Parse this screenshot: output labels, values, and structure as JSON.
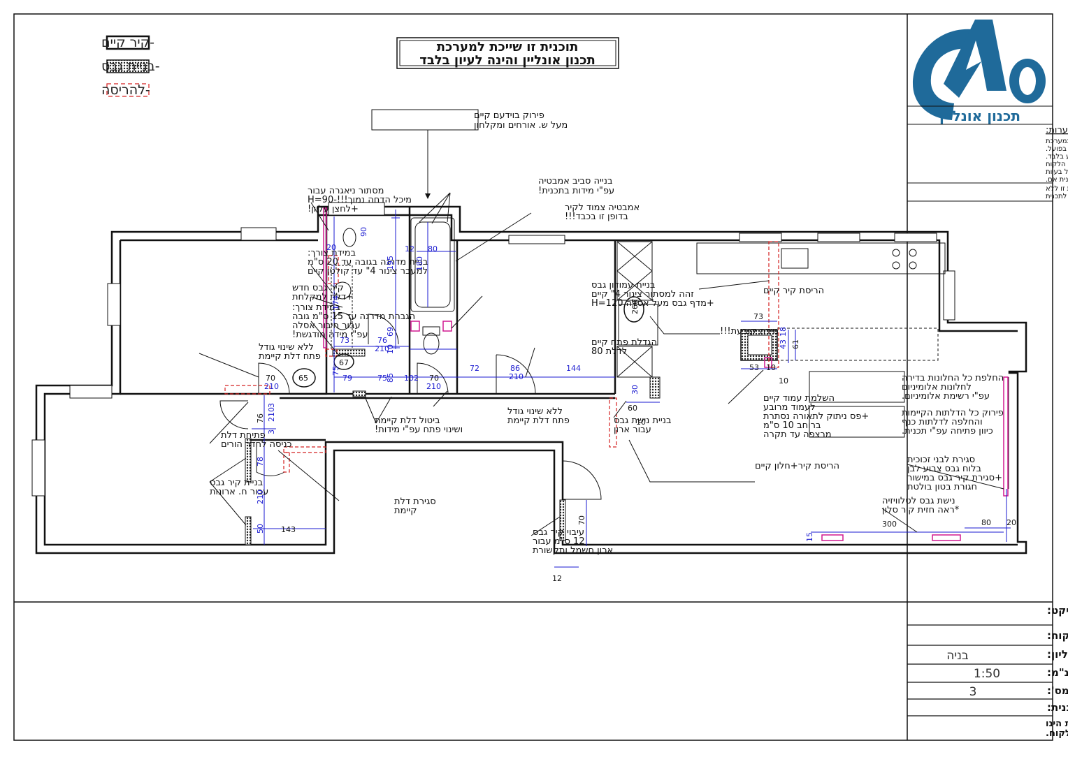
{
  "legend": {
    "existing_wall": "-קיר קיים",
    "drywall": "-בניית גבס",
    "demolish": "-להריסה"
  },
  "title_box": {
    "line1": "תוכנית זו שייכת למערכת",
    "line2": "תכנון אונליין והינה לעיון בלבד"
  },
  "brand": {
    "name": "תכנון אונליין",
    "notes_heading": "הערות:",
    "notes": [
      "תכנית זו מסתמכת עפ\"י נתונים שהתקבלו במערכת",
      "תכנון אונליין ואין אחריות על המידות בפועל.",
      "תכנית זו היא בגדר המלצת ביצוע בלבד.",
      "שימוש בתכנית זו היא באחריותו המלאה של הלקוח",
      "ואין מערכת תכנון אונליין אחראית על בעיות",
      "ואו נזקים שיגרמו עקב תכנית אם."
    ],
    "footer_note": [
      "אין לפעול עפ\"י תכנית זו ללא",
      "היתר בניה ובהתאם למותאים לתכנית"
    ]
  },
  "annotations": {
    "bidet": [
      "פירוק בוידעם קיים",
      "מעל ש. אורחים ומקלחון"
    ],
    "bath_frame": [
      "בנייה סביב אמבטיה",
      "עפ\"י מידות בתכנית!"
    ],
    "tub_pillar": [
      "אמבטיה צמוד לקיר",
      "בדופן זו בכבד!!!"
    ],
    "flush_tank": [
      "מסתור ניאגרה עבור",
      "מיכל הדחה נמוך!!!-H=90",
      "+לחצן עליון!"
    ],
    "step": [
      "במידת צורך:",
      "בניית מדרגה בגובה עד 20 ס\"מ",
      "למעבר צינור 4\" עד קולטן קיים"
    ],
    "new_wall": [
      "קיר גבס חדש",
      "+דלת למקלחת"
    ],
    "raise": [
      "במידת צורך:",
      "הגבהת מדרגה עד 15 ס\"מ גובה",
      "עבור חיבור אסלה",
      "עפ\"י מידה מודגשת!"
    ],
    "no_change_left": [
      "ללא שינוי גודל",
      "פתח דלת קיימת"
    ],
    "column": [
      "בניית עמודון גבס",
      "זהה למסתור צינור 4\" קיים",
      "+מדף גבס מעל אסלה H=120"
    ],
    "enlarge": [
      "הגדלת פתח קיים",
      "לדלת 80"
    ],
    "no_change_mid": [
      "ללא שינוי גודל",
      "פתח דלת קיימת"
    ],
    "cancel_door": [
      "ביטול דלת קיימת",
      "ושינוי פתח עפ\"י מידות!"
    ],
    "open_door": [
      "פתיחת דלת",
      "כניסה לחדר הורים"
    ],
    "wardrobe_wall": [
      "בניית קיר גבס",
      "עבור ח. ארונות"
    ],
    "close_door": [
      "סגירת דלת",
      "קיימת"
    ],
    "thicken": [
      "עיבוי קיר גבס",
      "12 ס\"מ עבור",
      "ארון חשמל ותקשורת"
    ],
    "niche_closet": [
      "בניית נישת גבס",
      "עבור ארון"
    ],
    "demolish_wall": [
      "הריסת קיר+חלון קיים"
    ],
    "fixed_dim": [
      "מידה קובעת!!!"
    ],
    "pillar": [
      "השלמת עמוד קיים",
      "לעמוד מרובע",
      "+פס ניתוק לתאורה נסתרת",
      "ברוחב 10 ס\"מ",
      "מרצפה עד תקרה"
    ],
    "demolish_existing": [
      "הריסת קיר קיים"
    ],
    "windows_box": [
      "החלפת כל החלונות בדירה",
      "לחלונות אלומיניום",
      "עפ\"י רשימת אלומיניום."
    ],
    "doors_box": [
      "פירוק כל הדלתות הקיימות",
      "והחלפה לדלתות כנף",
      "כיוון פתיחה עפ\"י תכנית."
    ],
    "glass": [
      "סגירת לבני זכוכית",
      "בלוח גבס צבוע לבן",
      "+סגירת קיר גבס במישור",
      "חגורת בטון בולטת"
    ],
    "tv_niche": [
      "נישת גבס לטלוויזיה",
      "*ראה חזית קיר סלון"
    ]
  },
  "dimensions": {
    "bath_90": "90",
    "bath_20": "20",
    "bath_12": "12",
    "bath_80": "80",
    "bath_195": "195",
    "bath_180": "180",
    "bath_174": "174",
    "bath_73": "73",
    "bath_76": "76",
    "bath_210a": "210",
    "bath_69": "69",
    "bath_10": "10",
    "bath_67": "67",
    "bath_65": "65",
    "bath_79": "79",
    "bath_75a": "75",
    "bath_75b": "75",
    "bath_85": "85",
    "bath_102": "102",
    "door_70a": "70",
    "door_210b": "210",
    "door_70b": "70",
    "door_210c": "210",
    "hall_72": "72",
    "door_86": "86",
    "door_210d": "210",
    "room_144": "144",
    "cab_266": "266",
    "cab_30": "30",
    "cab_60": "60",
    "cab_10": "10",
    "k_73": "73",
    "k_43": "43",
    "k_18": "18",
    "k_61": "61",
    "k_53": "53",
    "k_10a": "10",
    "k_10b": "10",
    "p_76": "76",
    "p_3a": "3",
    "p_210e": "210",
    "p_3b": "3",
    "p_78": "78",
    "p_210f": "210",
    "p_50": "50",
    "p_143": "143",
    "e_70": "70",
    "e_12": "12",
    "tv_300": "300",
    "tv_80": "80",
    "tv_20": "20",
    "tv_15": "15"
  },
  "title_block": {
    "project_label": "פרוייקט:",
    "client_label": "שם לקוח:",
    "sheet_label": "תוכן גיליון:",
    "sheet_value": "בניה",
    "scale_label": "קנ\"מ:",
    "scale_value": "1:50",
    "service_label": "שירות מס':",
    "service_value": "3",
    "date_label": "תאריך תכנית:",
    "disclaimer": [
      "יישום וביצוע התכנית הינו",
      "באחריותו המלאה של הלקוח."
    ]
  },
  "colors": {
    "brand_blue": "#1f6a9a",
    "dimension_blue": "#1a1ad0",
    "demolish_red": "#d42020",
    "drywall_magenta": "#d01890"
  }
}
